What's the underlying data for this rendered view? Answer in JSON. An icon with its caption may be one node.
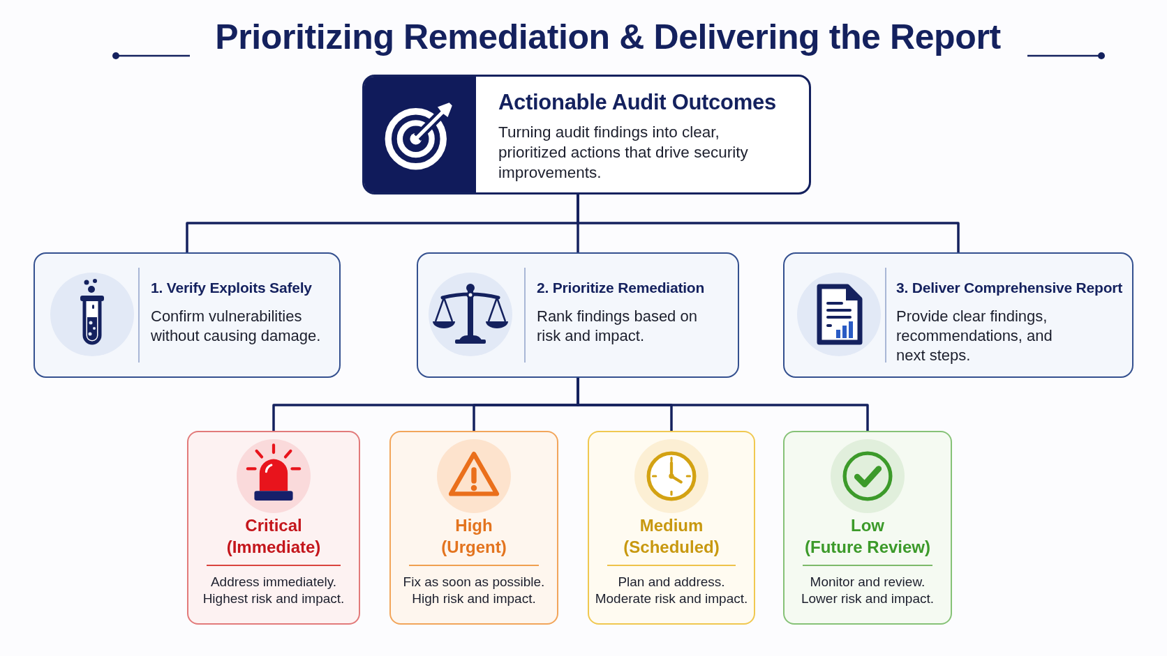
{
  "diagram": {
    "title": "Prioritizing Remediation & Delivering the Report",
    "nodes": [
      {
        "text": [
          "Actionable Audit Outcomes",
          "Turning audit findings into clear, prioritized actions that drive security improvements."
        ]
      },
      {
        "text": [
          "1. Verify Exploits Safely",
          "Confirm vulnerabilities without causing damage."
        ]
      },
      {
        "text": [
          "2. Prioritize Remediation",
          "Rank findings based on risk and impact."
        ]
      },
      {
        "text": [
          "3. Deliver Comprehensive Report",
          "Provide clear findings, recommendations, and next steps."
        ]
      },
      {
        "text": [
          "Critical (Immediate)",
          "Address immediately. Highest risk and impact."
        ]
      },
      {
        "text": [
          "High (Urgent)",
          "Fix as soon as possible. High risk and impact."
        ]
      },
      {
        "text": [
          "Medium (Scheduled)",
          "Plan and address. Moderate risk and impact."
        ]
      },
      {
        "text": [
          "Low (Future Review)",
          "Monitor and review. Lower risk and impact."
        ]
      }
    ],
    "edges": [
      {
        "from": 0,
        "to": 1,
        "arrow": "none"
      },
      {
        "from": 0,
        "to": 2,
        "arrow": "none"
      },
      {
        "from": 0,
        "to": 3,
        "arrow": "none"
      },
      {
        "from": 2,
        "to": 4,
        "arrow": "none"
      },
      {
        "from": 2,
        "to": 5,
        "arrow": "none"
      },
      {
        "from": 2,
        "to": 6,
        "arrow": "none"
      },
      {
        "from": 2,
        "to": 7,
        "arrow": "none"
      }
    ]
  }
}
